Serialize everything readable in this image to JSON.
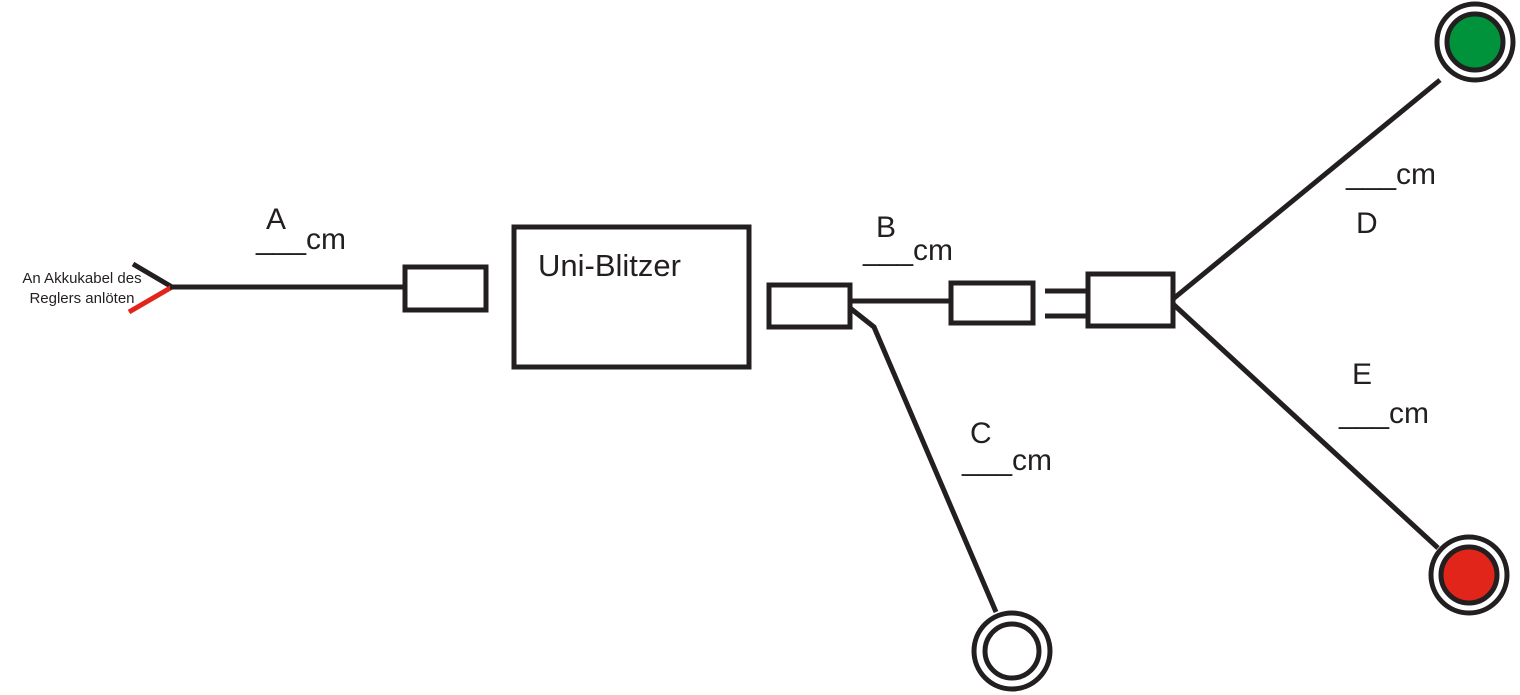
{
  "solder_note": {
    "line1": "An Akkukabel des",
    "line2": "Reglers anlöten"
  },
  "device": {
    "label": "Uni-Blitzer"
  },
  "cables": {
    "A": {
      "letter": "A",
      "length": "___cm"
    },
    "B": {
      "letter": "B",
      "length": "___cm"
    },
    "C": {
      "letter": "C",
      "length": "___cm"
    },
    "D": {
      "letter": "D",
      "length": "___cm"
    },
    "E": {
      "letter": "E",
      "length": "___cm"
    }
  },
  "leds": {
    "C": {
      "color": "#ffffff"
    },
    "D": {
      "color": "#00933c"
    },
    "E": {
      "color": "#e1251b"
    }
  },
  "colors": {
    "wire": "#231f20",
    "battery_positive": "#e1251b",
    "battery_negative": "#231f20"
  }
}
